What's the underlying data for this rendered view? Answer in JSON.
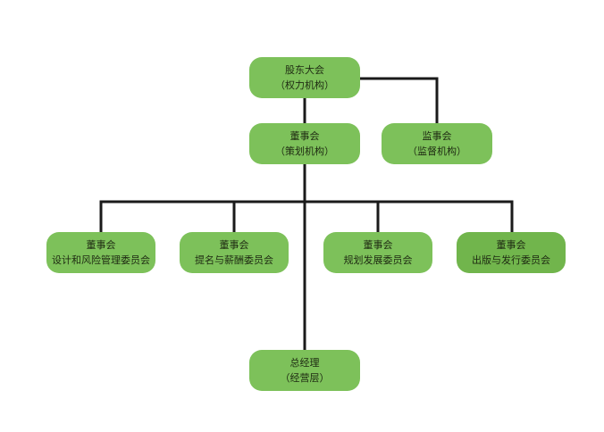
{
  "colors": {
    "node_fill": "#7dc15a",
    "node_fill_alt": "#71b54c",
    "line": "#1a1a1a",
    "text": "#1e2a12"
  },
  "nodes": {
    "shareholders": {
      "line1": "股东大会",
      "line2": "（权力机构）"
    },
    "board": {
      "line1": "董事会",
      "line2": "（策划机构）"
    },
    "supervisors": {
      "line1": "监事会",
      "line2": "（监督机构）"
    },
    "risk_committee": {
      "line1": "董事会",
      "line2": "设计和风险管理委员会"
    },
    "nomination_committee": {
      "line1": "董事会",
      "line2": "提名与薪酬委员会"
    },
    "planning_committee": {
      "line1": "董事会",
      "line2": "规划发展委员会"
    },
    "issuance_committee": {
      "line1": "董事会",
      "line2": "出版与发行委员会"
    },
    "general_manager": {
      "line1": "总经理",
      "line2": "（经营层）"
    }
  }
}
